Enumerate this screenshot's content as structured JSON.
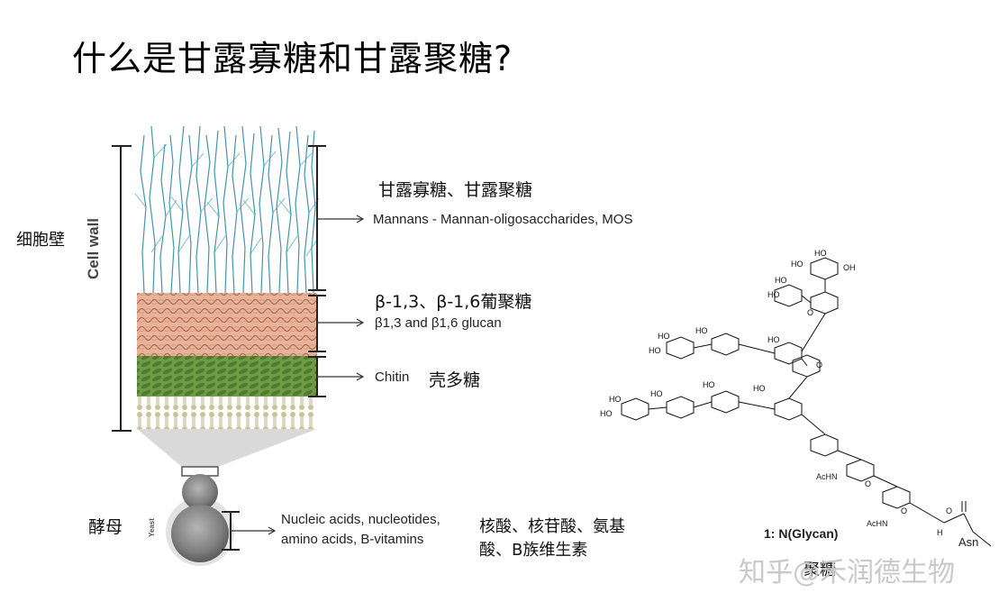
{
  "title": "什么是甘露寡糖和甘露聚糖?",
  "cell_wall_label_cn": "细胞壁",
  "cell_wall_label_en": "Cell wall",
  "yeast_label_cn": "酵母",
  "yeast_label_en": "Yeast",
  "layers": {
    "mannan": {
      "cn": "甘露寡糖、甘露聚糖",
      "en": "Mannans - Mannan-oligosaccharides, MOS"
    },
    "glucan": {
      "cn": "β-1,3、β-1,6葡聚糖",
      "en": "β1,3 and β1,6 glucan"
    },
    "chitin": {
      "en": "Chitin",
      "cn": "壳多糖"
    }
  },
  "yeast_contents": {
    "en_line1": "Nucleic acids, nucleotides,",
    "en_line2": "amino acids, B-vitamins",
    "cn_line1": "核酸、核苷酸、氨基",
    "cn_line2": "酸、B族维生素"
  },
  "glycan": {
    "label": "1: N(Glycan)",
    "cn_label": "聚糖",
    "acetyl1": "AcHN",
    "acetyl2": "AcHN",
    "asn": "Asn",
    "hydroxyl": "HO"
  },
  "watermark": "知乎@禾润德生物",
  "colors": {
    "mannan": "#2f8a9e",
    "glucan": "#c7866a",
    "chitin": "#5d8a3a",
    "membrane": "#c7c79a",
    "yeast": "#8a8a8a"
  }
}
